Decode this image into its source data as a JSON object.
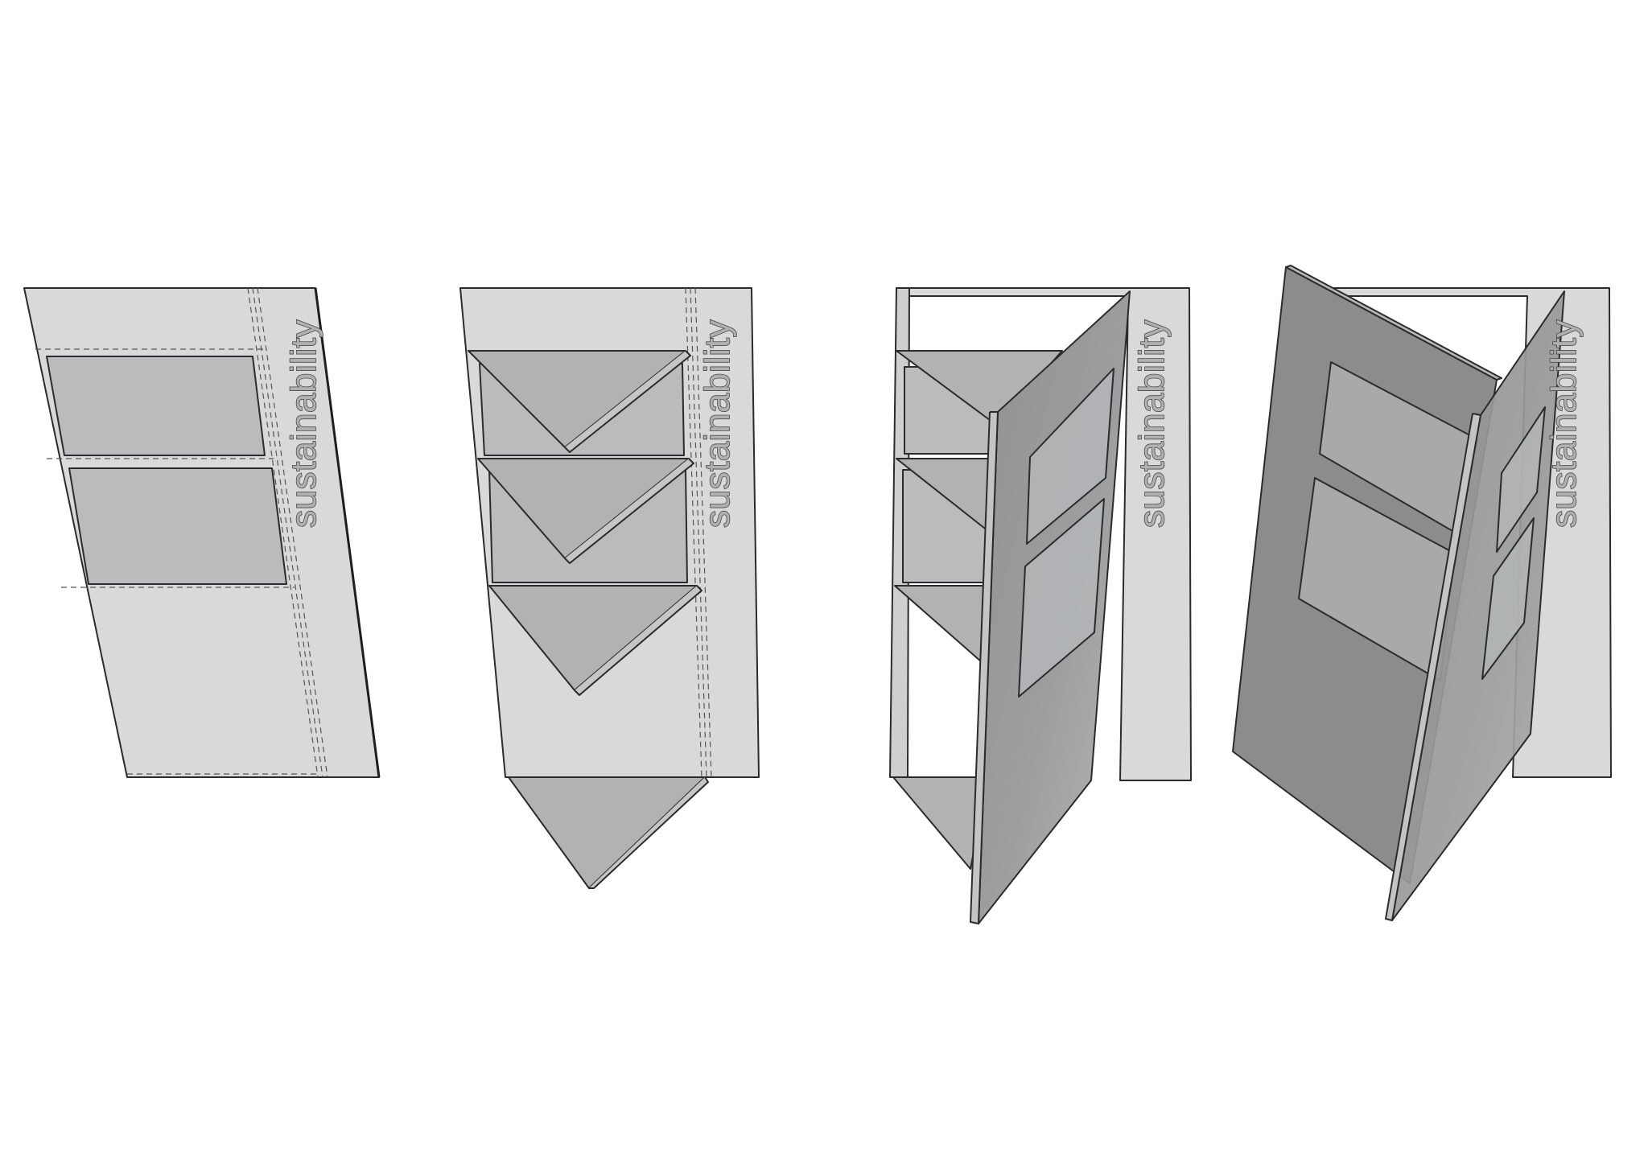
{
  "labels": {
    "step_1": "sustainability",
    "step_2": "sustainability",
    "step_3": "sustainability",
    "step_4": "sustainability"
  },
  "colors": {
    "sheet": "#d9d9d9",
    "panel": "#b9bbbd",
    "shelf": "#b2b2b2",
    "door": "#9a9c9e",
    "door_dark": "#8a8c8d",
    "window": "#b4b6b8",
    "edge": "#2b2b2b"
  }
}
